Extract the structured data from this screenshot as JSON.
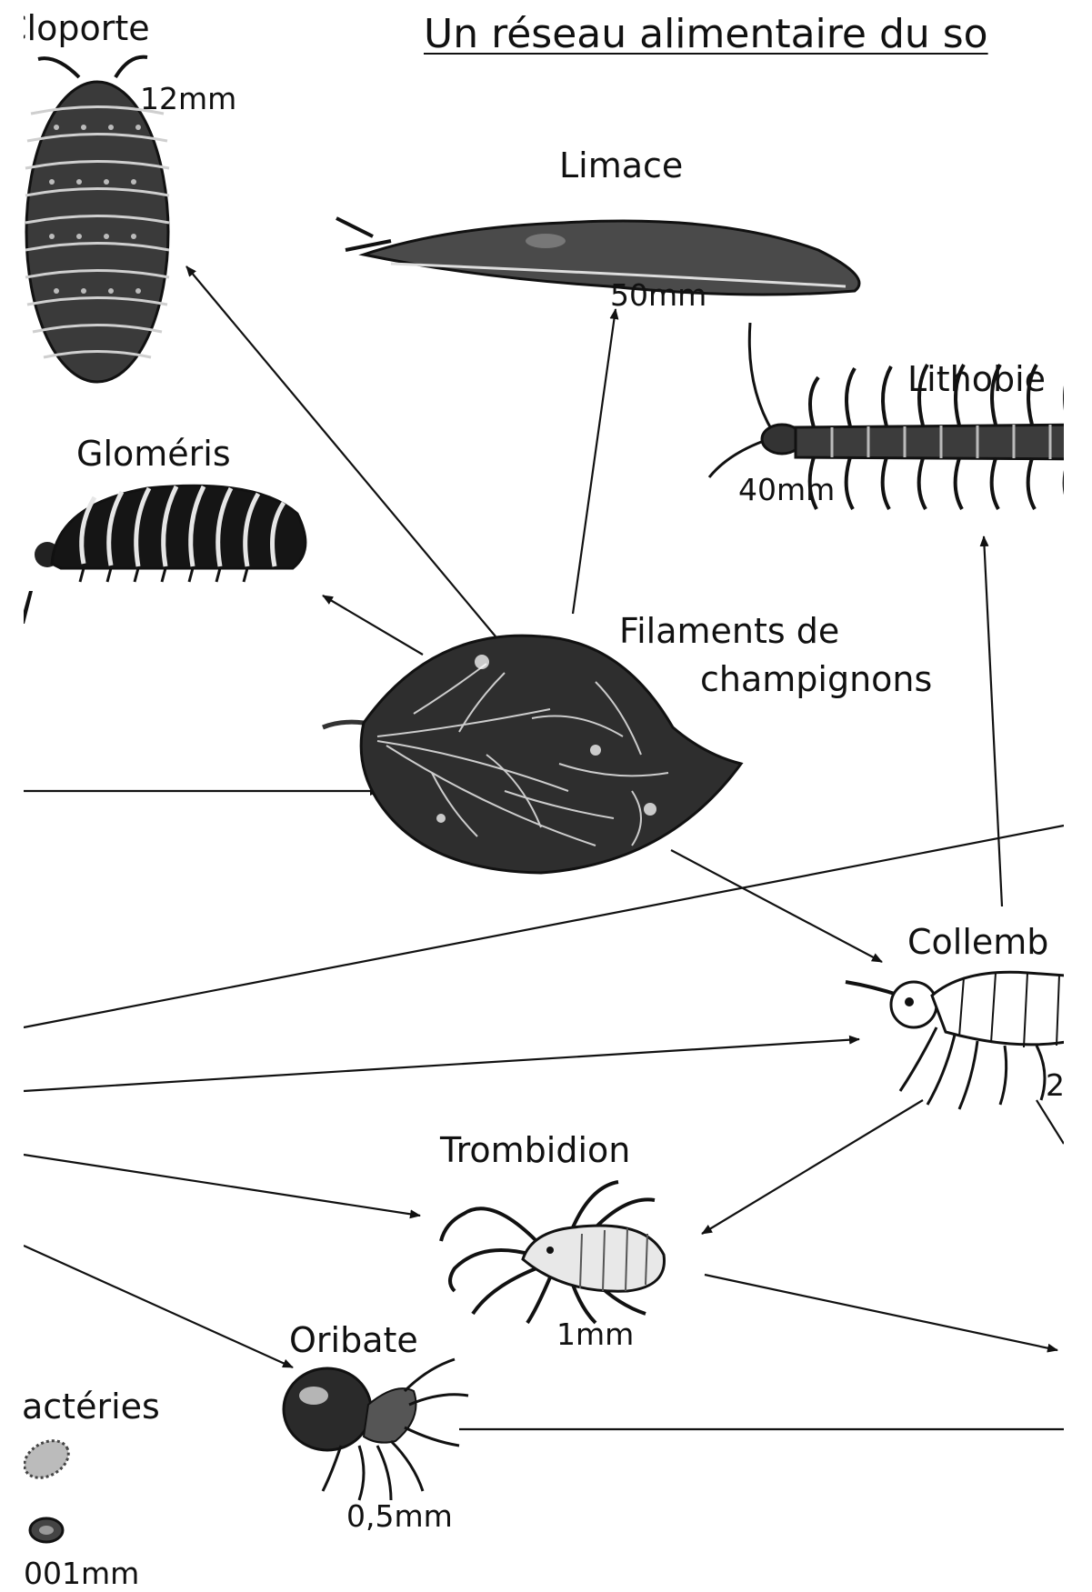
{
  "diagram": {
    "title": "Un réseau alimentaire du so",
    "organisms": {
      "cloporte": {
        "name": "Cloporte",
        "size": "12mm",
        "icon": "woodlouse-icon"
      },
      "limace": {
        "name": "Limace",
        "size": "50mm",
        "icon": "slug-icon"
      },
      "lithobie": {
        "name": "Lithobie",
        "size": "40mm",
        "icon": "centipede-icon"
      },
      "glomeris": {
        "name": "Gloméris",
        "size": "",
        "icon": "pill-millipede-icon"
      },
      "champignons": {
        "name_line1": "Filaments de",
        "name_line2": "champignons",
        "icon": "fungal-leaf-icon"
      },
      "collembole": {
        "name": "Collemb",
        "size": "2",
        "icon": "springtail-icon"
      },
      "trombidion": {
        "name": "Trombidion",
        "size": "1mm",
        "icon": "velvet-mite-icon"
      },
      "oribate": {
        "name": "Oribate",
        "size": "0,5mm",
        "icon": "oribatid-mite-icon"
      },
      "bacteries": {
        "name": "actéries",
        "size": "001mm",
        "icon": "bacteria-icon"
      }
    },
    "colors": {
      "ink": "#111111",
      "background": "#ffffff"
    }
  }
}
